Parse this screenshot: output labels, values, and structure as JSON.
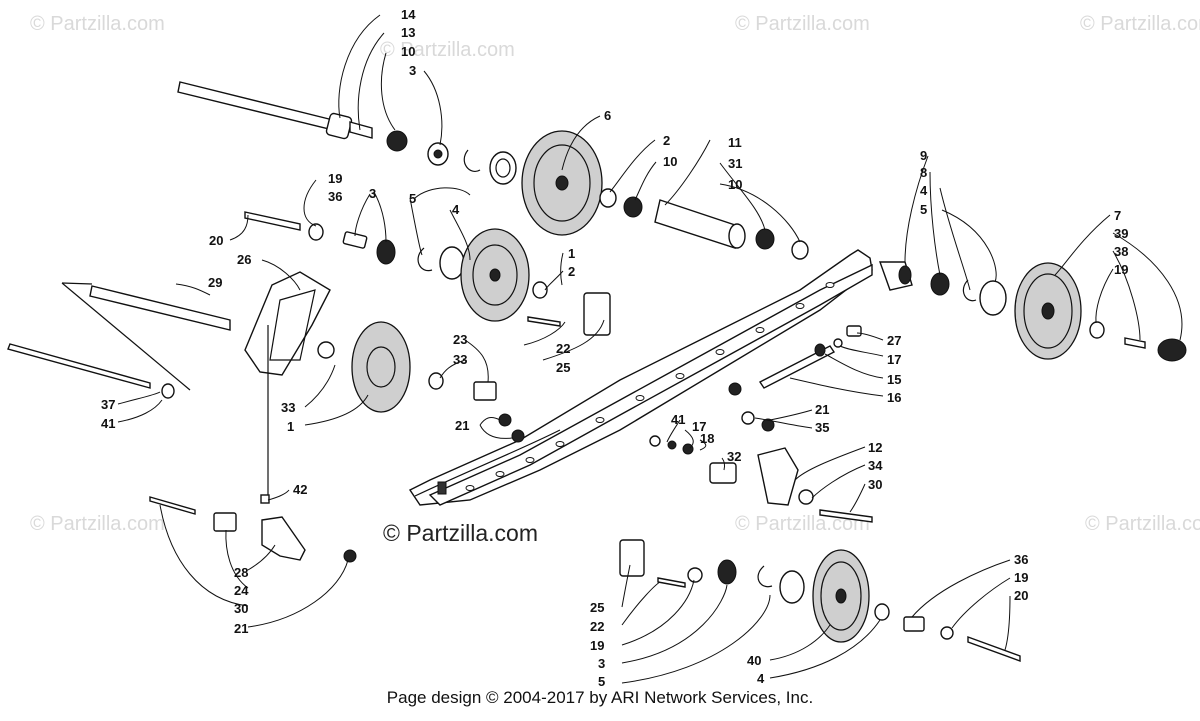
{
  "watermarks": [
    "© Partzilla.com",
    "© Partzilla.com",
    "© Partzilla.com",
    "© Partzilla.com",
    "© Partzilla.com",
    "© Partzilla.com",
    "© Partzilla.com"
  ],
  "main_watermark": "© Partzilla.com",
  "footer": "Page design © 2004-2017 by ARI Network Services, Inc.",
  "callouts": {
    "c14": "14",
    "c13": "13",
    "c10a": "10",
    "c3a": "3",
    "c6": "6",
    "c2a": "2",
    "c10b": "10",
    "c11": "11",
    "c31": "31",
    "c10c": "10",
    "c9": "9",
    "c8": "8",
    "c4a": "4",
    "c5a": "5",
    "c7": "7",
    "c39": "39",
    "c38": "38",
    "c19a": "19",
    "c19b": "19",
    "c36a": "36",
    "c3b": "3",
    "c5b": "5",
    "c4b": "4",
    "c20a": "20",
    "c1a": "1",
    "c2b": "2",
    "c26": "26",
    "c29": "29",
    "c23": "23",
    "c33a": "33",
    "c22a": "22",
    "c25a": "25",
    "c27": "27",
    "c17a": "17",
    "c15": "15",
    "c16": "16",
    "c33b": "33",
    "c1b": "1",
    "c37": "37",
    "c41a": "41",
    "c21a": "21",
    "c41b": "41",
    "c17b": "17",
    "c18": "18",
    "c21b": "21",
    "c35": "35",
    "c12": "12",
    "c32": "32",
    "c34": "34",
    "c30a": "30",
    "c42": "42",
    "c28": "28",
    "c24": "24",
    "c30b": "30",
    "c21c": "21",
    "c25b": "25",
    "c22b": "22",
    "c19c": "19",
    "c3c": "3",
    "c5c": "5",
    "c40": "40",
    "c4c": "4",
    "c36b": "36",
    "c19d": "19",
    "c20b": "20"
  }
}
